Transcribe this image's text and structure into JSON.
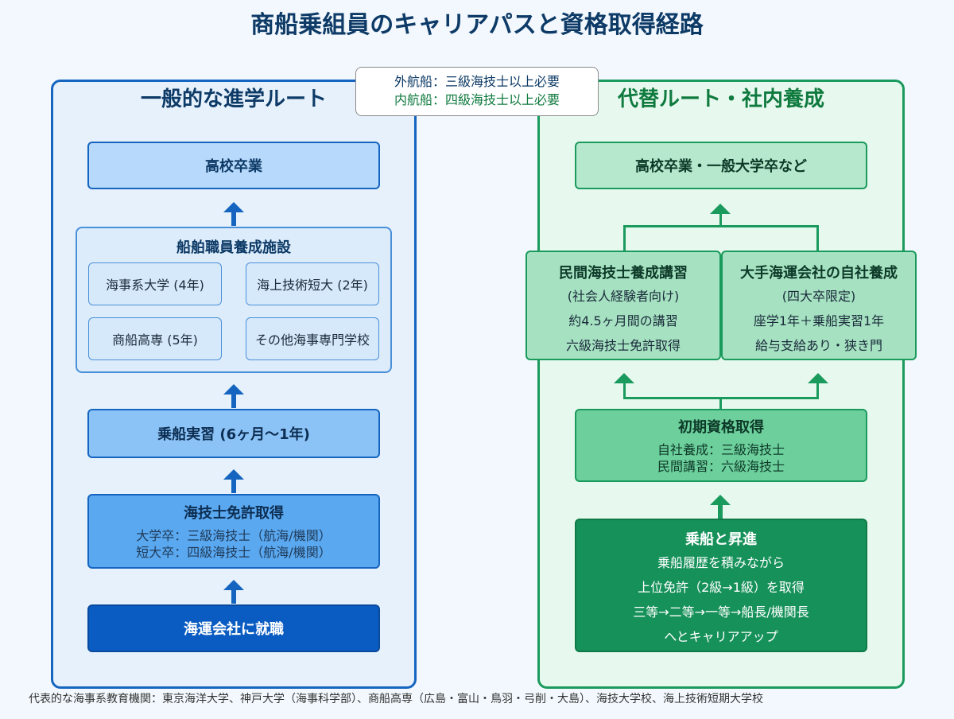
{
  "title": "商船乗組員のキャリアパスと資格取得経路",
  "note": {
    "line1": "外航船：三級海技士以上必要",
    "line2": "内航船：四級海技士以上必要"
  },
  "left": {
    "title": "一般的な進学ルート",
    "start": "高校卒業",
    "facility": {
      "title": "船舶職員養成施設",
      "items": [
        "海事系大学 (4年)",
        "海上技術短大 (2年)",
        "商船高専 (5年)",
        "その他海事専門学校"
      ]
    },
    "training": "乗船実習 (6ヶ月〜1年)",
    "license": {
      "title": "海技士免許取得",
      "line1": "大学卒：三級海技士（航海/機関）",
      "line2": "短大卒：四級海技士（航海/機関）"
    },
    "job": "海運会社に就職"
  },
  "right": {
    "title": "代替ルート・社内養成",
    "start": "高校卒業・一般大学卒など",
    "private": {
      "title": "民間海技士養成講習",
      "lines": [
        "(社会人経験者向け)",
        "約4.5ヶ月間の講習",
        "六級海技士免許取得"
      ]
    },
    "company": {
      "title": "大手海運会社の自社養成",
      "lines": [
        "(四大卒限定)",
        "座学1年＋乗船実習1年",
        "給与支給あり・狭き門"
      ]
    },
    "initial": {
      "title": "初期資格取得",
      "line1": "自社養成：三級海技士",
      "line2": "民間講習：六級海技士"
    },
    "career": {
      "title": "乗船と昇進",
      "lines": [
        "乗船履歴を積みながら",
        "上位免許（2級→1級）を取得",
        "三等→二等→一等→船長/機関長",
        "へとキャリアアップ"
      ]
    }
  },
  "footer": "代表的な海事系教育機関：東京海洋大学、神戸大学（海事科学部）、商船高専（広島・富山・鳥羽・弓削・大島）、海技大学校、海上技術短期大学校"
}
